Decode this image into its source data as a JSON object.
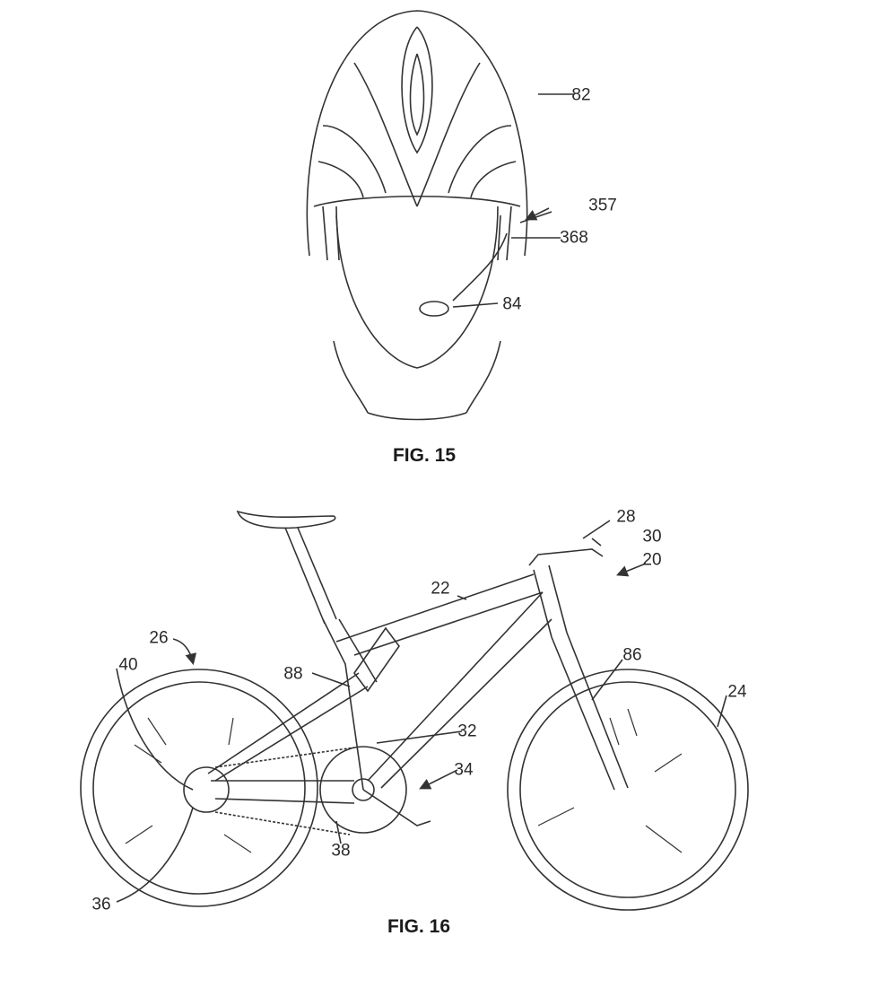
{
  "figures": [
    {
      "caption": "FIG. 15",
      "subject": "helmet",
      "reference_numerals": [
        "82",
        "357",
        "368",
        "84"
      ]
    },
    {
      "caption": "FIG. 16",
      "subject": "bicycle",
      "reference_numerals": [
        "28",
        "30",
        "20",
        "22",
        "26",
        "40",
        "88",
        "86",
        "24",
        "32",
        "34",
        "38",
        "36"
      ]
    }
  ],
  "colors": {
    "line": "#333333",
    "background": "#ffffff"
  }
}
